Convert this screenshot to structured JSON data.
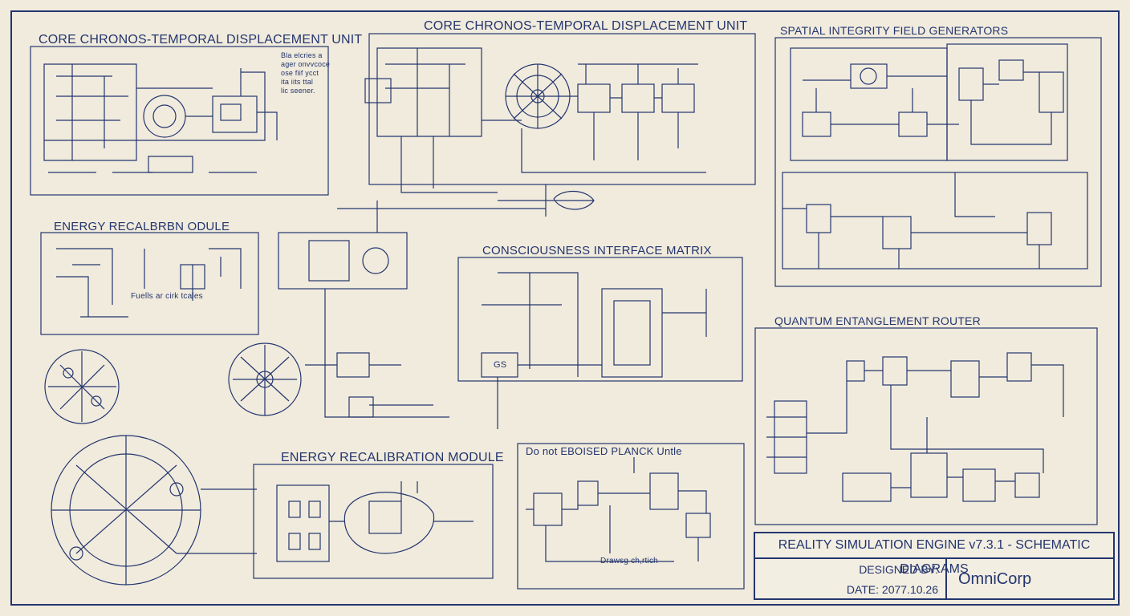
{
  "sections": {
    "core_left": "CORE CHRONOS-TEMPORAL DISPLACEMENT UNIT",
    "core_center": "CORE CHRONOS-TEMPORAL DISPLACEMENT UNIT",
    "spatial": "SPATIAL INTEGRITY FIELD GENERATORS",
    "energy_small": "ENERGY RECALBRBN ODULE",
    "consciousness": "CONSCIOUSNESS INTERFACE MATRIX",
    "quantum": "QUANTUM ENTANGLEMENT ROUTER",
    "energy_large": "ENERGY RECALIBRATION MODULE",
    "planck": "Do not EBOISED PLANCK Untle"
  },
  "annotations": {
    "core_left_note": [
      "Bla elcries a",
      "ager onvvcoce",
      "ose fiif ycct",
      "ita iits ttal",
      "lic seener."
    ],
    "energy_note": "Fuells ar cirk tcales",
    "gs_label": "GS",
    "drawn_note": "Drawsg ch,rtich"
  },
  "title_block": {
    "title": "REALITY SIMULATION ENGINE v7.3.1 - SCHEMATIC DIAGRAMS",
    "designed_label": "DESIGNED BY:",
    "designer": "OmniCorp",
    "date_label": "DATE: 2077.10.26"
  },
  "colors": {
    "ink": "#23356e",
    "paper": "#f1ebdd"
  }
}
